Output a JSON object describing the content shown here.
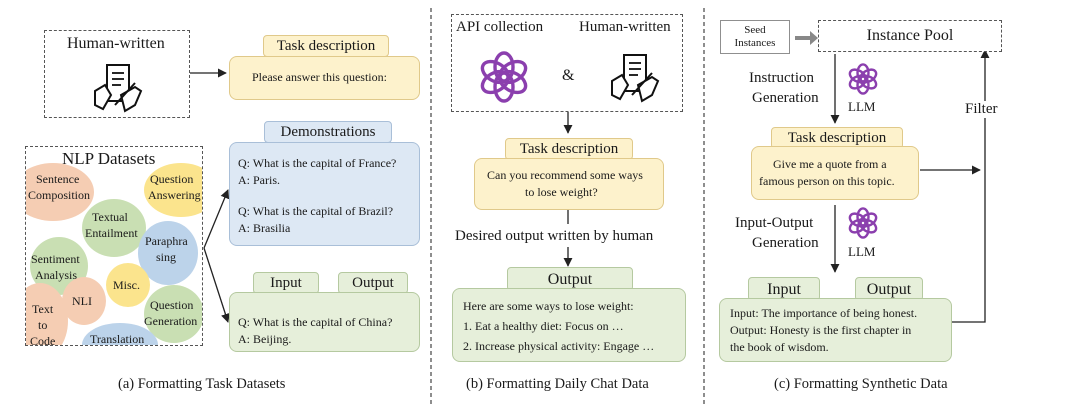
{
  "panel_a": {
    "human_written": "Human-written",
    "task_description": "Task description",
    "task_text": "Please answer this question:",
    "demonstrations": "Demonstrations",
    "demo_q1": "Q: What is the capital of France?",
    "demo_a1": "A: Paris.",
    "demo_q2": "Q: What is the capital of Brazil?",
    "demo_a2": "A: Brasilia",
    "nlp_datasets": "NLP Datasets",
    "sentence_composition_1": "Sentence",
    "sentence_composition_2": "Composition",
    "question_answering_1": "Question",
    "question_answering_2": "Answering",
    "textual_entailment_1": "Textual",
    "textual_entailment_2": "Entailment",
    "sentiment_analysis_1": "Sentiment",
    "sentiment_analysis_2": "Analysis",
    "paraphrasing_1": "Paraphra",
    "paraphrasing_2": "sing",
    "misc": "Misc.",
    "text_to_code_1": "Text",
    "text_to_code_2": "to",
    "text_to_code_3": "Code",
    "nli": "NLI",
    "question_generation_1": "Question",
    "question_generation_2": "Generation",
    "translation": "Translation",
    "input": "Input",
    "output": "Output",
    "io_q": "Q: What is the capital of China?",
    "io_a": "A: Beijing.",
    "caption": "(a) Formatting Task Datasets"
  },
  "panel_b": {
    "api_collection": "API collection",
    "human_written": "Human-written",
    "ampersand": "&",
    "task_description": "Task description",
    "task_text_1": "Can you recommend some ways",
    "task_text_2": "to lose weight?",
    "desired_output": "Desired output written by human",
    "output": "Output",
    "output_line_1": "Here are some ways to lose weight:",
    "output_line_2": "1. Eat a healthy diet: Focus on …",
    "output_line_3": "2. Increase physical activity: Engage …",
    "caption": "(b) Formatting Daily Chat Data"
  },
  "panel_c": {
    "seed_instances_1": "Seed",
    "seed_instances_2": "Instances",
    "instance_pool": "Instance Pool",
    "instruction_generation_1": "Instruction",
    "instruction_generation_2": "Generation",
    "llm_1": "LLM",
    "filter": "Filter",
    "task_description": "Task description",
    "task_text_1": "Give me a quote from a",
    "task_text_2": "famous person on this topic.",
    "io_generation_1": "Input-Output",
    "io_generation_2": "Generation",
    "llm_2": "LLM",
    "input": "Input",
    "output": "Output",
    "io_line_1": "Input: The importance of being honest.",
    "io_line_2": "Output: Honesty is the first chapter in",
    "io_line_3": "the book of wisdom.",
    "caption": "(c) Formatting Synthetic Data"
  },
  "colors": {
    "yellow": "#fdf2cc",
    "blue": "#dde8f4",
    "green": "#e6efda",
    "openai_purple": "#8b3fae"
  },
  "icons": [
    "document-hand-icon",
    "openai-logo-icon",
    "arrow-icon"
  ]
}
